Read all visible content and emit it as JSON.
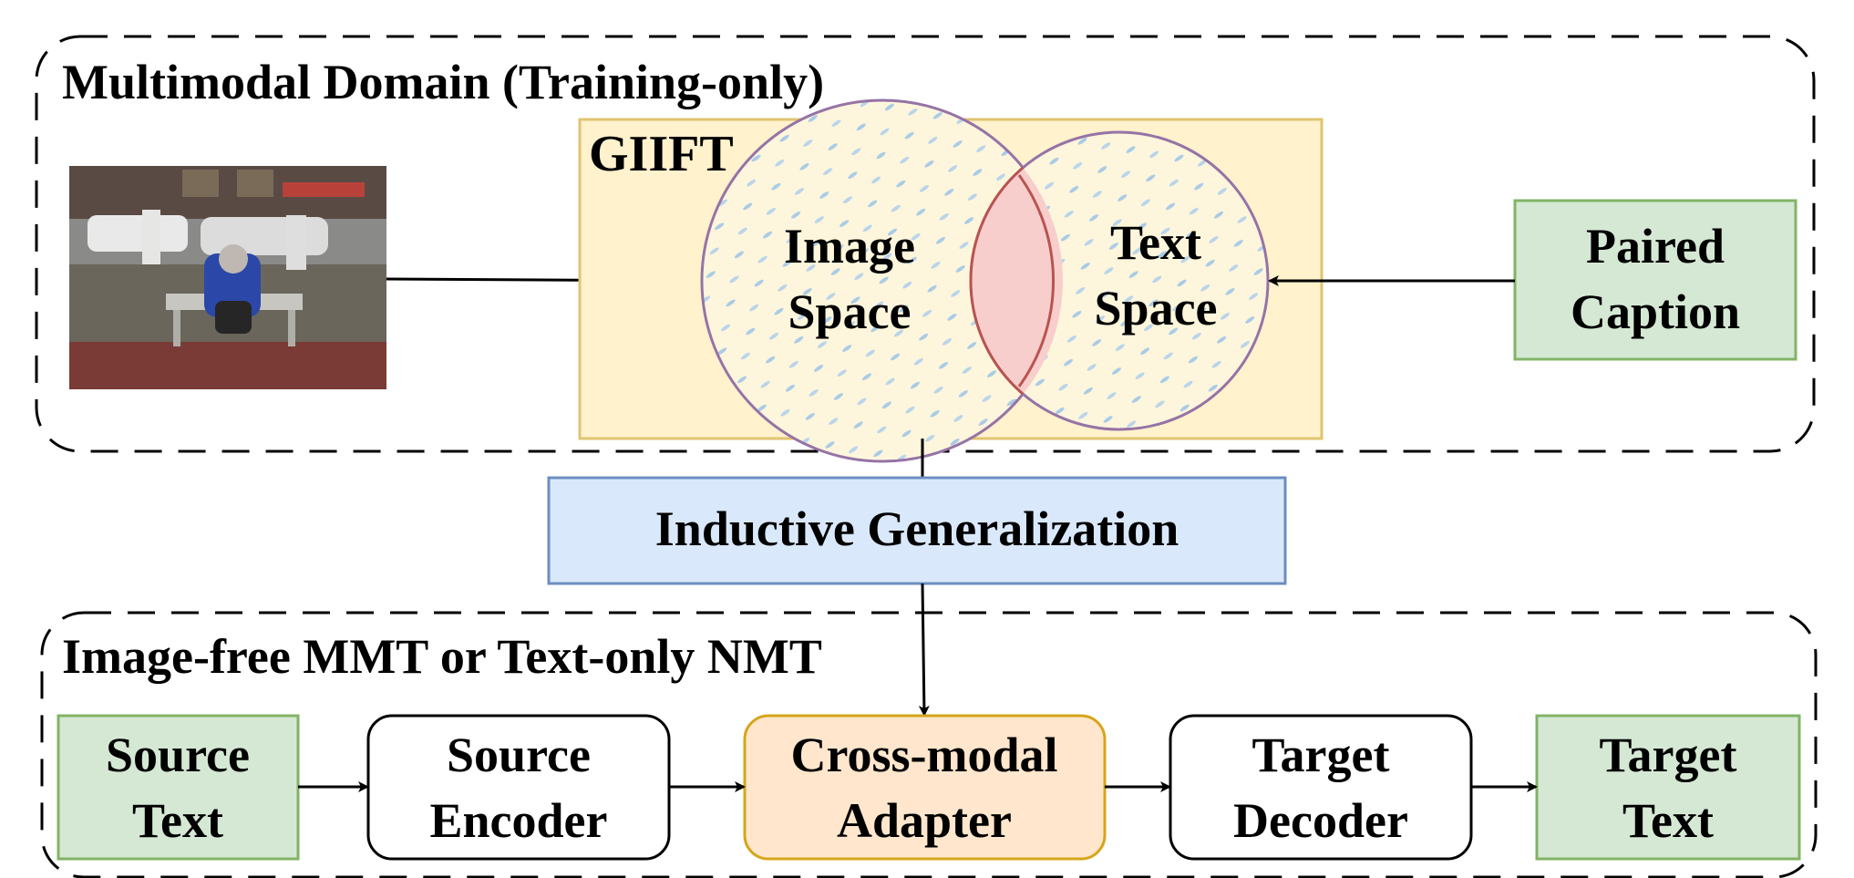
{
  "regions": {
    "multimodal": {
      "title": "Multimodal Domain (Training-only)"
    },
    "image_free": {
      "title": "Image-free MMT or Text-only NMT"
    }
  },
  "giift": {
    "label": "GIIFT",
    "image_space": {
      "line1": "Image",
      "line2": "Space"
    },
    "text_space": {
      "line1": "Text",
      "line2": "Space"
    }
  },
  "photo": {
    "description_icon": "street-photo-icon"
  },
  "paired_caption": {
    "line1": "Paired",
    "line2": "Caption"
  },
  "inductive": {
    "label": "Inductive Generalization"
  },
  "pipeline": [
    {
      "id": "source-text",
      "line1": "Source",
      "line2": "Text"
    },
    {
      "id": "source-encoder",
      "line1": "Source",
      "line2": "Encoder"
    },
    {
      "id": "cross-modal-adapter",
      "line1": "Cross-modal",
      "line2": "Adapter"
    },
    {
      "id": "target-decoder",
      "line1": "Target",
      "line2": "Decoder"
    },
    {
      "id": "target-text",
      "line1": "Target",
      "line2": "Text"
    }
  ],
  "colors": {
    "green_fill": "#d5e8d4",
    "green_stroke": "#82b366",
    "blue_fill": "#dae8fc",
    "blue_stroke": "#6c8ebf",
    "orange_fill": "#ffe6cc",
    "orange_stroke": "#d6a51a",
    "yellow_fill": "#fff2cc",
    "yellow_stroke": "#e0c472",
    "circle_stroke": "#9673a6",
    "intersection_fill": "#f8cecc",
    "intersection_stroke": "#b85450"
  }
}
